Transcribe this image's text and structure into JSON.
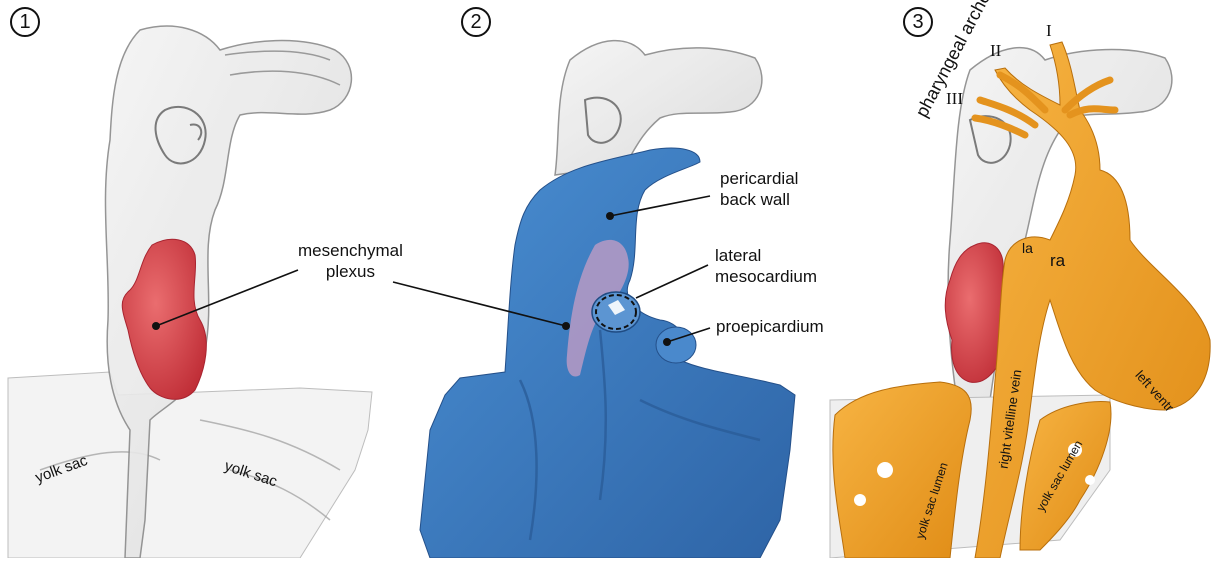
{
  "panels": [
    {
      "number": "1",
      "labels": {
        "mesenchymal_plexus": [
          "mesenchymal",
          "plexus"
        ],
        "yolk_sac_left": "yolk sac",
        "yolk_sac_right": "yolk sac"
      }
    },
    {
      "number": "2",
      "labels": {
        "pericardial_back_wall": [
          "pericardial",
          "back wall"
        ],
        "lateral_mesocardium": [
          "lateral",
          "mesocardium"
        ],
        "proepicardium": "proepicardium"
      }
    },
    {
      "number": "3",
      "labels": {
        "pharyngeal_arches": "pharyngeal arches",
        "arch_I": "I",
        "arch_II": "II",
        "arch_III": "III",
        "la": "la",
        "ra": "ra",
        "right_vitelline_vein": "right vitelline vein",
        "left_ventricle": "left ventr",
        "yolk_sac_lumen_left": "yolk sac lumen",
        "yolk_sac_lumen_right": "yolk sac lumen"
      }
    }
  ],
  "colors": {
    "tissue_gray": "#e6e6e6",
    "outline_gray": "#8a8a8a",
    "plexus_red": "#d9434a",
    "wall_blue": "#3d7ec2",
    "heart_orange": "#f0a02a",
    "mesocardium_pink": "#b79ac4"
  }
}
